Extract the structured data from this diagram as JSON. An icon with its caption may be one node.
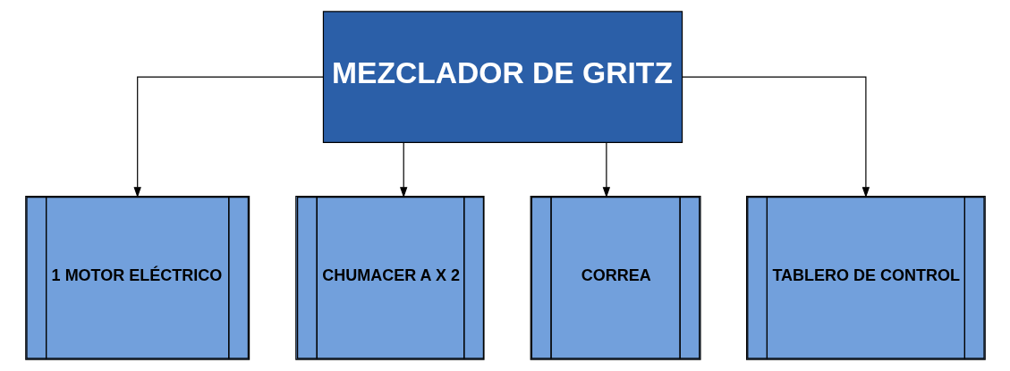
{
  "diagram": {
    "nodes": [
      {
        "text": [
          "MEZCLADOR DE GRITZ"
        ]
      },
      {
        "text": [
          "1 MOTOR ELÉCTRICO"
        ]
      },
      {
        "text": [
          "CHUMACER A X 2"
        ]
      },
      {
        "text": [
          "CORREA"
        ]
      },
      {
        "text": [
          "TABLERO DE CONTROL"
        ]
      }
    ],
    "edges": [
      {
        "from": 0,
        "to": 1,
        "arrow": "to"
      },
      {
        "from": 0,
        "to": 2,
        "arrow": "to"
      },
      {
        "from": 0,
        "to": 3,
        "arrow": "to"
      },
      {
        "from": 0,
        "to": 4,
        "arrow": "to"
      }
    ]
  }
}
